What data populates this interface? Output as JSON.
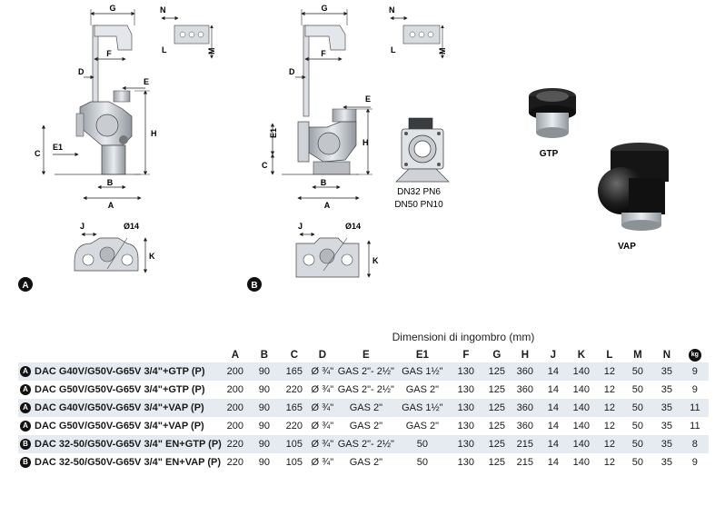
{
  "diagram": {
    "variant_a_badge": "A",
    "variant_b_badge": "B",
    "a_labels": {
      "g": "G",
      "f": "F",
      "d": "D",
      "e": "E",
      "c": "C",
      "e1": "E1",
      "h": "H",
      "b": "B",
      "a": "A",
      "j": "J",
      "dia": "Ø14",
      "k": "K"
    },
    "b_labels": {
      "g": "G",
      "f": "F",
      "d": "D",
      "e": "E",
      "c": "C",
      "e1": "E1",
      "h": "H",
      "b": "B",
      "a": "A",
      "j": "J",
      "dia": "Ø14",
      "k": "K"
    },
    "small_labels": {
      "n": "N",
      "l": "L",
      "m": "M"
    },
    "flange_caption_1": "DN32 PN6",
    "flange_caption_2": "DN50 PN10",
    "gtp_label": "GTP",
    "vap_label": "VAP"
  },
  "table": {
    "title": "Dimensioni di ingombro (mm)",
    "columns": [
      "A",
      "B",
      "C",
      "D",
      "E",
      "E1",
      "F",
      "G",
      "H",
      "J",
      "K",
      "L",
      "M",
      "N"
    ],
    "weight_icon_text": "kg",
    "rows": [
      {
        "badge": "A",
        "model": "DAC G40V/G50V-G65V 3/4\"+GTP (P)",
        "values": [
          "200",
          "90",
          "165",
          "Ø ¾\"",
          "GAS 2\"- 2½\"",
          "GAS 1½\"",
          "130",
          "125",
          "360",
          "14",
          "140",
          "12",
          "50",
          "35",
          "9"
        ]
      },
      {
        "badge": "A",
        "model": "DAC G50V/G50V-G65V 3/4\"+GTP (P)",
        "values": [
          "200",
          "90",
          "220",
          "Ø ¾\"",
          "GAS 2\"- 2½\"",
          "GAS 2\"",
          "130",
          "125",
          "360",
          "14",
          "140",
          "12",
          "50",
          "35",
          "9"
        ]
      },
      {
        "badge": "A",
        "model": "DAC G40V/G50V-G65V 3/4\"+VAP (P)",
        "values": [
          "200",
          "90",
          "165",
          "Ø ¾\"",
          "GAS 2\"",
          "GAS 1½\"",
          "130",
          "125",
          "360",
          "14",
          "140",
          "12",
          "50",
          "35",
          "11"
        ]
      },
      {
        "badge": "A",
        "model": "DAC G50V/G50V-G65V 3/4\"+VAP (P)",
        "values": [
          "200",
          "90",
          "220",
          "Ø ¾\"",
          "GAS 2\"",
          "GAS 2\"",
          "130",
          "125",
          "360",
          "14",
          "140",
          "12",
          "50",
          "35",
          "11"
        ]
      },
      {
        "badge": "B",
        "model": "DAC 32-50/G50V-G65V 3/4\" EN+GTP (P)",
        "values": [
          "220",
          "90",
          "105",
          "Ø ¾\"",
          "GAS 2\"- 2½\"",
          "50",
          "130",
          "125",
          "215",
          "14",
          "140",
          "12",
          "50",
          "35",
          "8"
        ]
      },
      {
        "badge": "B",
        "model": "DAC 32-50/G50V-G65V 3/4\" EN+VAP (P)",
        "values": [
          "220",
          "90",
          "105",
          "Ø ¾\"",
          "GAS 2\"",
          "50",
          "130",
          "125",
          "215",
          "14",
          "140",
          "12",
          "50",
          "35",
          "9"
        ]
      }
    ]
  }
}
